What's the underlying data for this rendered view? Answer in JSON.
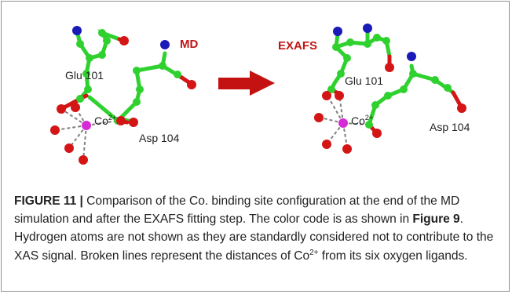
{
  "figure": {
    "panel_left": {
      "tag": "MD",
      "residue_a": "Glu 101",
      "residue_b": "Asp 104",
      "ion": "Co",
      "ion_charge": "2+"
    },
    "panel_right": {
      "tag": "EXAFS",
      "residue_a": "Glu 101",
      "residue_b": "Asp 104",
      "ion": "Co",
      "ion_charge": "2+"
    },
    "colors": {
      "carbon": "#2fd12f",
      "oxygen": "#d41515",
      "nitrogen": "#1a1ab8",
      "cobalt": "#d62ad6",
      "tag_text": "#c01515",
      "arrow": "#c41212"
    }
  },
  "caption": {
    "label": "FIGURE 11 |",
    "text1": " Comparison of the Co. binding site configuration at the end of the MD simulation and after the EXAFS fitting step. The color code is as shown in ",
    "ref": "Figure 9",
    "text2": ". Hydrogen atoms are not shown as they are standardly considered not to contribute to the XAS signal. Broken lines represent the distances of Co",
    "sup": "2+",
    "text3": " from its six oxygen ligands."
  }
}
